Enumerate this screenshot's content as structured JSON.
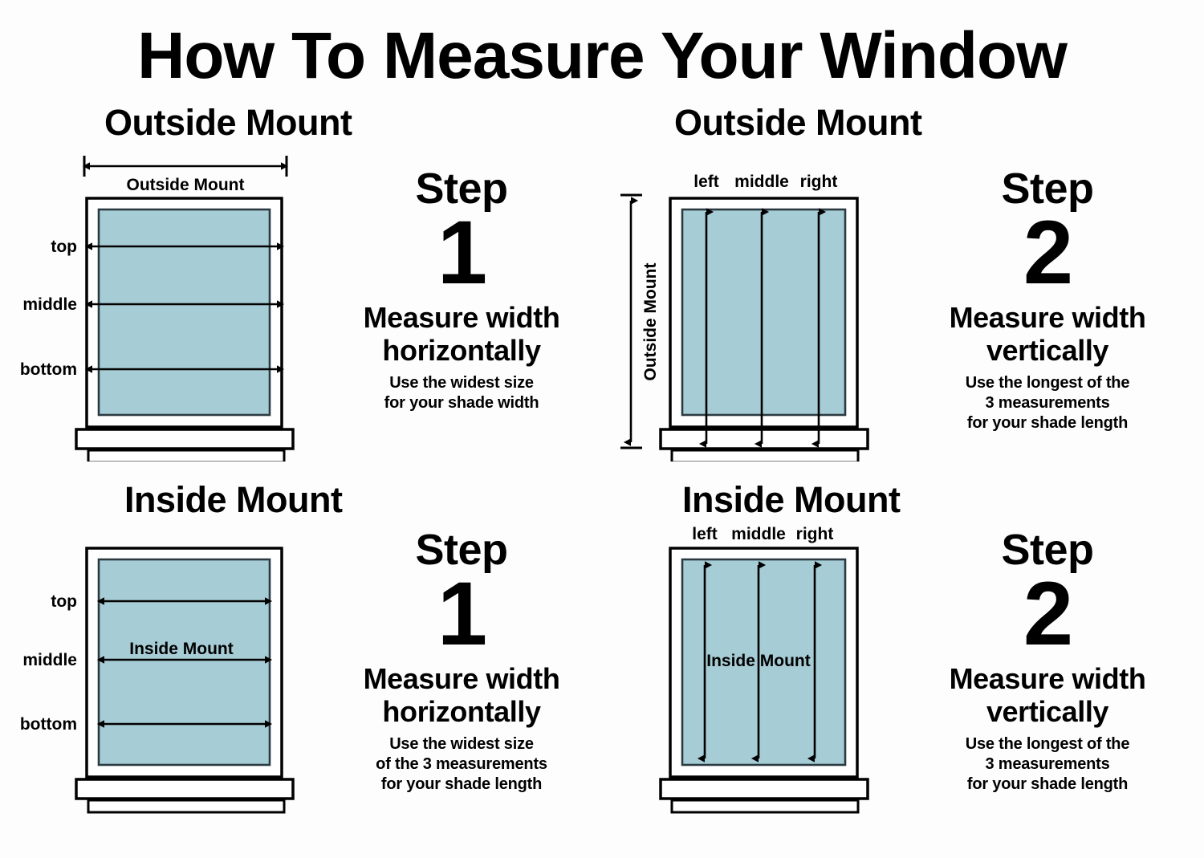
{
  "title": "How To Measure Your Window",
  "colors": {
    "glass": "#a6ccd6",
    "glass_outline": "#2b3a40",
    "frame_fill": "#ffffff",
    "frame_outline": "#000000",
    "arrow": "#000000",
    "background": "#fdfdfd"
  },
  "panels": [
    {
      "id": "outside-mount-step-1",
      "heading": "Outside Mount",
      "mount_type": "Outside Mount",
      "orientation": "horizontal",
      "dimension_label": "Outside Mount",
      "row_labels": [
        "top",
        "middle",
        "bottom"
      ],
      "step": {
        "word": "Step",
        "number": "1",
        "desc_line1": "Measure width",
        "desc_line2": "horizontally",
        "sub_lines": [
          "Use the widest size",
          "for your shade width"
        ]
      }
    },
    {
      "id": "outside-mount-step-2",
      "heading": "Outside Mount",
      "mount_type": "Outside Mount",
      "orientation": "vertical",
      "dimension_label": "Outside Mount",
      "col_labels": [
        "left",
        "middle",
        "right"
      ],
      "step": {
        "word": "Step",
        "number": "2",
        "desc_line1": "Measure width",
        "desc_line2": "vertically",
        "sub_lines": [
          "Use the longest of the",
          "3 measurements",
          "for your shade length"
        ]
      }
    },
    {
      "id": "inside-mount-step-1",
      "heading": "Inside Mount",
      "mount_type": "Inside Mount",
      "orientation": "horizontal",
      "dimension_label": "Inside Mount",
      "row_labels": [
        "top",
        "middle",
        "bottom"
      ],
      "step": {
        "word": "Step",
        "number": "1",
        "desc_line1": "Measure width",
        "desc_line2": "horizontally",
        "sub_lines": [
          "Use the widest size",
          "of the 3 measurements",
          "for your shade length"
        ]
      }
    },
    {
      "id": "inside-mount-step-2",
      "heading": "Inside Mount",
      "mount_type": "Inside Mount",
      "orientation": "vertical",
      "dimension_label": "Inside Mount",
      "col_labels": [
        "left",
        "middle",
        "right"
      ],
      "step": {
        "word": "Step",
        "number": "2",
        "desc_line1": "Measure width",
        "desc_line2": "vertically",
        "sub_lines": [
          "Use the longest of the",
          "3 measurements",
          "for your shade length"
        ]
      }
    }
  ]
}
